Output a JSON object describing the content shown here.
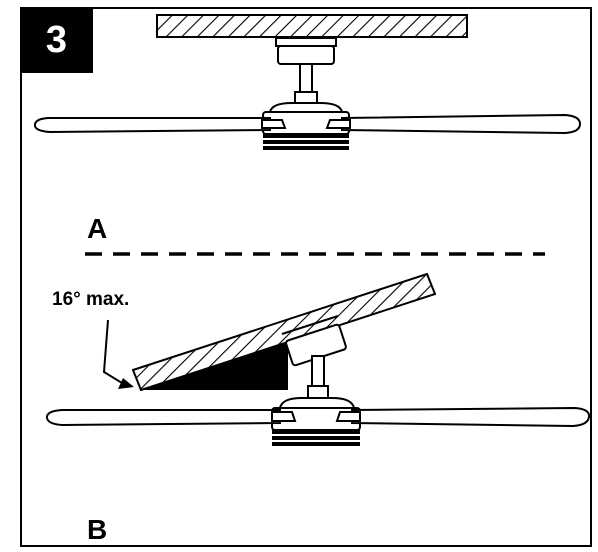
{
  "step": {
    "number": "3"
  },
  "panel_a": {
    "label": "A"
  },
  "panel_b": {
    "label": "B",
    "angle_label": "16° max."
  },
  "colors": {
    "ink": "#000000",
    "paper": "#ffffff"
  }
}
